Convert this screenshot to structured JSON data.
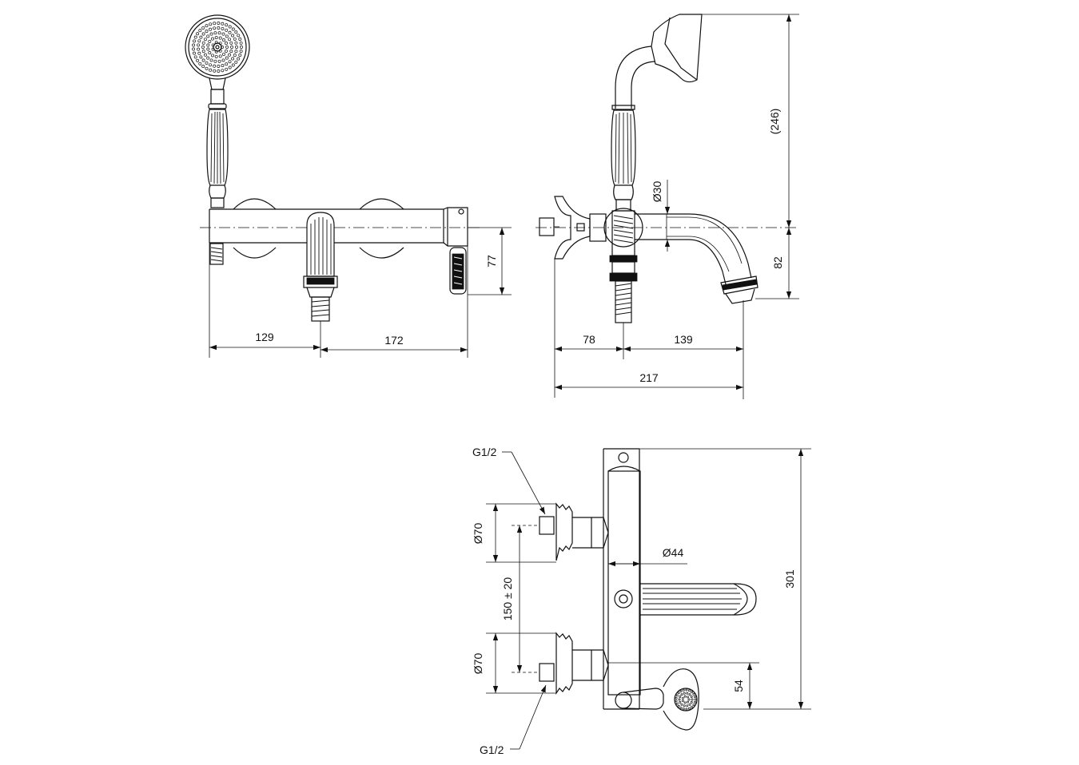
{
  "front_view": {
    "dim_129": "129",
    "dim_172": "172",
    "dim_77": "77"
  },
  "side_view": {
    "dim_78": "78",
    "dim_139": "139",
    "dim_217": "217",
    "dim_82": "82",
    "dim_246": "(246)",
    "dim_d30": "Ø30"
  },
  "top_view": {
    "thread_top": "G1/2",
    "thread_bottom": "G1/2",
    "dim_d70_top": "Ø70",
    "dim_d70_bottom": "Ø70",
    "dim_150": "150 ± 20",
    "dim_d44": "Ø44",
    "dim_301": "301",
    "dim_54": "54"
  }
}
